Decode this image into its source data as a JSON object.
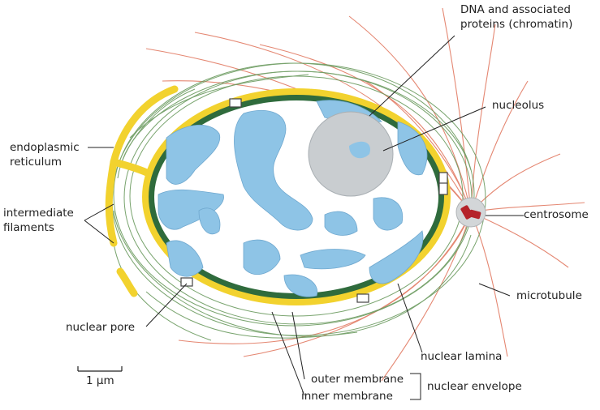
{
  "labels": {
    "dna_line1": "DNA and associated",
    "dna_line2": "proteins (chromatin)",
    "nucleolus": "nucleolus",
    "er_line1": "endoplasmic",
    "er_line2": "reticulum",
    "if_line1": "intermediate",
    "if_line2": "filaments",
    "centrosome": "centrosome",
    "microtubule": "microtubule",
    "nuclear_pore": "nuclear pore",
    "nuclear_lamina": "nuclear lamina",
    "outer_membrane": "outer membrane",
    "inner_membrane": "inner membrane",
    "nuclear_envelope": "nuclear envelope",
    "scale_bar": "1 µm"
  },
  "colors": {
    "outer_membrane": "#f2d22e",
    "nuclear_lamina": "#2f6b3c",
    "chromatin": "#8ec4e6",
    "nucleolus": "#c9cdd0",
    "intermediate_filaments": "#6a9a5e",
    "microtubules": "#e0735a",
    "centrosome": "#b5232a"
  }
}
